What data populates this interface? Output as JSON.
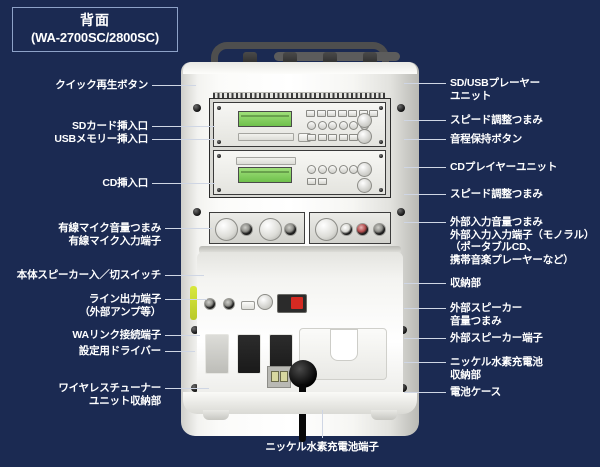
{
  "title": {
    "main": "背面",
    "model": "(WA-2700SC/2800SC)"
  },
  "colors": {
    "background": "#1b2a52",
    "title_border": "#8ea2c8",
    "label_text": "#ffffff",
    "leader_line": "#cfd6e4",
    "lcd_green": "#8fd96a",
    "switch_red": "#d42a22",
    "driver_yellow": "#d8e83c"
  },
  "labels_left": [
    {
      "id": "quick-play-button",
      "text": "クイック再生ボタン"
    },
    {
      "id": "sd-card-slot",
      "text": "SDカード挿入口"
    },
    {
      "id": "usb-memory-slot",
      "text": "USBメモリー挿入口"
    },
    {
      "id": "cd-slot",
      "text": "CD挿入口"
    },
    {
      "id": "wired-mic-volume-knob",
      "text": "有線マイク音量つまみ\n有線マイク入力端子"
    },
    {
      "id": "main-speaker-switch",
      "text": "本体スピーカー入／切スイッチ"
    },
    {
      "id": "line-output-terminal",
      "text": "ライン出力端子\n（外部アンプ等）"
    },
    {
      "id": "wa-link-terminal",
      "text": "WAリンク接続端子"
    },
    {
      "id": "setup-driver",
      "text": "設定用ドライバー"
    },
    {
      "id": "wireless-tuner-bay",
      "text": "ワイヤレスチューナー\nユニット収納部"
    }
  ],
  "labels_right": [
    {
      "id": "sd-usb-player-unit",
      "text": "SD/USBプレーヤー\nユニット"
    },
    {
      "id": "speed-adjust-knob-1",
      "text": "スピード調整つまみ"
    },
    {
      "id": "pitch-hold-button",
      "text": "音程保持ボタン"
    },
    {
      "id": "cd-player-unit",
      "text": "CDプレイヤーユニット"
    },
    {
      "id": "speed-adjust-knob-2",
      "text": "スピード調整つまみ"
    },
    {
      "id": "external-input-volume",
      "text": "外部入力音量つまみ\n外部入力入力端子（モノラル）\n（ポータブルCD、\n携帯音楽プレーヤーなど）"
    },
    {
      "id": "storage-compartment",
      "text": "収納部"
    },
    {
      "id": "external-speaker-volume",
      "text": "外部スピーカー\n音量つまみ"
    },
    {
      "id": "external-speaker-terminal",
      "text": "外部スピーカー端子"
    },
    {
      "id": "nimh-battery-bay",
      "text": "ニッケル水素充電池\n収納部"
    },
    {
      "id": "battery-case",
      "text": "電池ケース"
    }
  ],
  "labels_bottom": [
    {
      "id": "nimh-battery-terminal",
      "text": "ニッケル水素充電池端子"
    }
  ]
}
